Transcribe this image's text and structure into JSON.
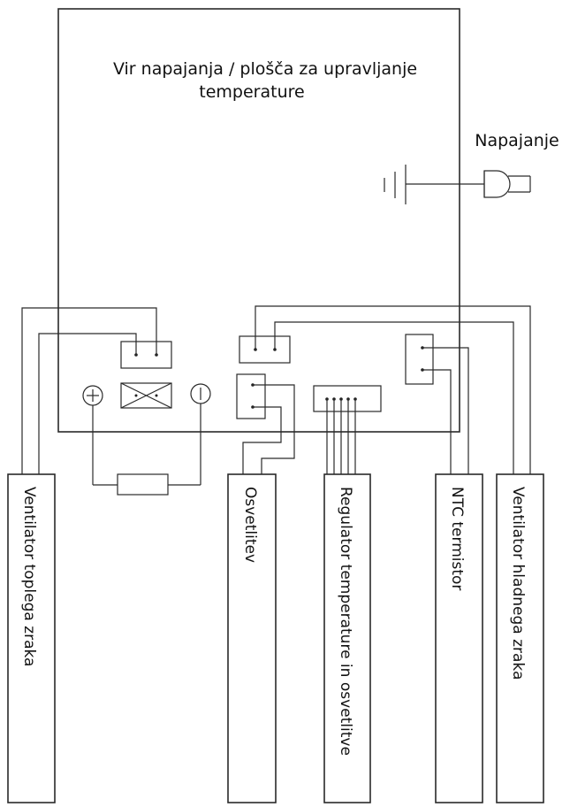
{
  "board_title_line1": "Vir napajanja / plošča za upravljanje",
  "board_title_line2": "temperature",
  "power_label": "Napajanje",
  "modules": {
    "hot_fan": "Ventilator toplega zraka",
    "lighting": "Osvetlitev",
    "temp_regulator": "Regulator temperature in osvetlitve",
    "ntc": "NTC termistor",
    "cold_fan": "Ventilator hladnega zraka"
  },
  "icons": [
    "ground-icon",
    "plug-icon",
    "connector-icon",
    "relay-icon",
    "plus-terminal-icon",
    "minus-terminal-icon",
    "resistor-icon"
  ]
}
